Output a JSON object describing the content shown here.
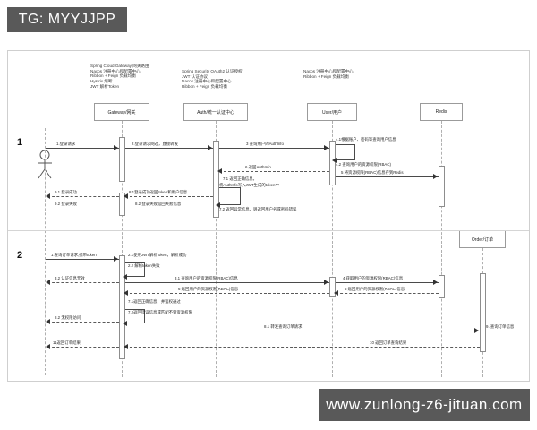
{
  "watermarks": {
    "top_tag": "TG: MYYJJPP",
    "bottom_tag": "www.zunlong-z6-jituan.com"
  },
  "diagram": {
    "type": "sequence-diagram",
    "sections": [
      {
        "number": "1",
        "name": "login-flow"
      },
      {
        "number": "2",
        "name": "order-query-flow"
      }
    ],
    "actor": {
      "label": ""
    },
    "participants": [
      {
        "id": "gateway",
        "label": "Gateway/网关"
      },
      {
        "id": "auth",
        "label": "Auth/统一认证中心"
      },
      {
        "id": "user",
        "label": "User/用户"
      },
      {
        "id": "redis",
        "label": "Redis"
      },
      {
        "id": "order",
        "label": "Order/订单"
      }
    ],
    "notes": [
      {
        "target": "gateway",
        "lines": [
          "Spring Cloud Gateway 网关路由",
          "Nacos 注册中心和配置中心",
          "Ribbon + Feign 负载均衡",
          "Hystrix 熔断",
          "JWT 解析Token"
        ]
      },
      {
        "target": "auth",
        "lines": [
          "Spring Security OAuth2 认证授权",
          "JWT 认证协议",
          "Nacos 注册中心和配置中心",
          "Ribbon + Feign 负载均衡"
        ]
      },
      {
        "target": "user",
        "lines": [
          "Nacos 注册中心和配置中心",
          "Ribbon + Feign 负载均衡"
        ]
      }
    ],
    "messages_section1": [
      {
        "id": "s1m1",
        "label": "1.登录请求"
      },
      {
        "id": "s1m2",
        "label": "2.登录请求网过，直接转发"
      },
      {
        "id": "s1m3",
        "label": "3 查询用户的AuthInfo"
      },
      {
        "id": "s1m41",
        "label": "4.1根据账户、密码等查询用户信息"
      },
      {
        "id": "s1m42",
        "label": "4.2 查询用户的资源权限(RBAC)"
      },
      {
        "id": "s1m5",
        "label": "5 将资源权限(RBAC)信息存到Redis"
      },
      {
        "id": "s1m6",
        "label": "6 返回AuthInfo"
      },
      {
        "id": "s1m71",
        "label": "7.1 返回正确信息，"
      },
      {
        "id": "s1m71b",
        "label": "将AuthInfo写入JWT生成的token中"
      },
      {
        "id": "s1m72",
        "label": "7.2 返回异常信息，则返回用户名或密码错误"
      },
      {
        "id": "s1m81",
        "label": "8.1登录成功返回token和用户信息"
      },
      {
        "id": "s1m82",
        "label": "8.2 登录失败返回失败信息"
      },
      {
        "id": "s1m91",
        "label": "9.1 登录成功"
      },
      {
        "id": "s1m92",
        "label": "9.2 登录失败"
      }
    ],
    "messages_section2": [
      {
        "id": "s2m1",
        "label": "1.查询订单请求,携带token"
      },
      {
        "id": "s2m21",
        "label": "2.1使用JWT解析token，解析成功"
      },
      {
        "id": "s2m22",
        "label": "2.2 解析token失败"
      },
      {
        "id": "s2m31",
        "label": "3.1 查询用户的资源权限(RBAC)信息"
      },
      {
        "id": "s2m32",
        "label": "3.2 认证信息无效"
      },
      {
        "id": "s2m4",
        "label": "4 获取用户的资源权限(RBAC)信息"
      },
      {
        "id": "s2m5",
        "label": "5 返回用户的资源权限(RBAC)信息"
      },
      {
        "id": "s2m6",
        "label": "6 返回用户的资源权限(RBAC)信息"
      },
      {
        "id": "s2m71",
        "label": "7.1返回正确信息，并鉴权通过"
      },
      {
        "id": "s2m72",
        "label": "7.2返回错误信息或匹配不到资源权限"
      },
      {
        "id": "s2m81",
        "label": "8.1 转发查询订单请求"
      },
      {
        "id": "s2m82",
        "label": "8.2 无权限访问"
      },
      {
        "id": "s2m9",
        "label": "9. 查询订单信息"
      },
      {
        "id": "s2m10",
        "label": "10 返回订单查询结果"
      },
      {
        "id": "s2m11",
        "label": "11返回订单结果"
      }
    ]
  }
}
